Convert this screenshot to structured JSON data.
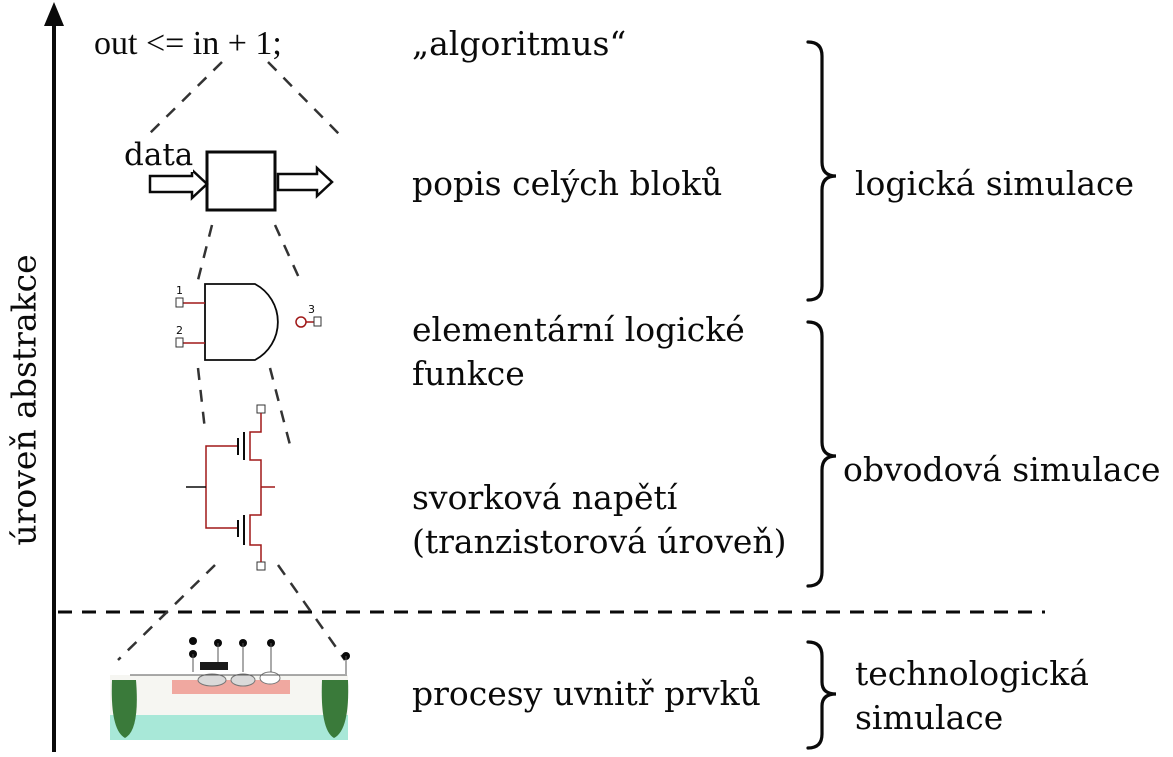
{
  "axis": {
    "label": "úroveň abstrakce"
  },
  "levels": {
    "code_line": "out <= in + 1;",
    "algorithm": "„algoritmus“",
    "block_input_label": "data",
    "blocks": "popis celých bloků",
    "logic_line1": "elementární logické",
    "logic_line2": "funkce",
    "gate_pins": [
      "1",
      "2",
      "3"
    ],
    "terminal_line1": "svorková napětí",
    "terminal_line2": "(tranzistorová úroveň)",
    "process": "procesy uvnitř prvků"
  },
  "categories": {
    "logic": "logická simulace",
    "circuit": "obvodová simulace",
    "tech_line1": "technologická",
    "tech_line2": "simulace"
  },
  "colors": {
    "ink": "#0a0a0a",
    "wire_red": "#a01818",
    "device_pink": "#f0a8a0",
    "device_green": "#3a7a3a",
    "substrate_cyan": "#a8e8d8"
  }
}
